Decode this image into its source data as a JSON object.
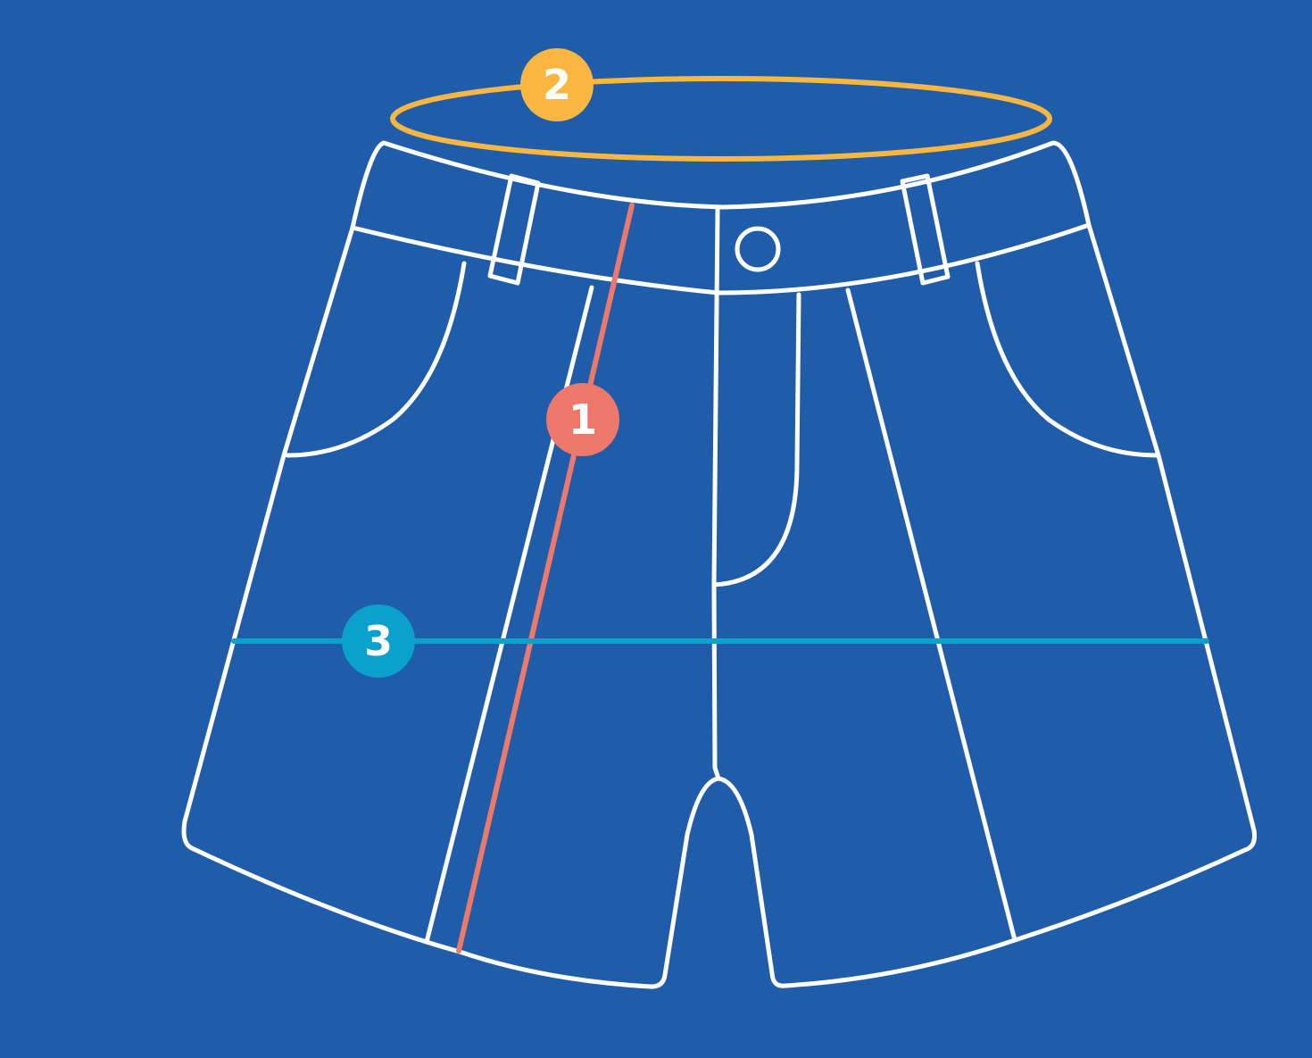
{
  "colors": {
    "background": "#1f5dab",
    "outline": "#ffffff",
    "measure_length": "#ee7869",
    "measure_waist": "#f9b640",
    "measure_hip": "#0aa1cc"
  },
  "icon": "shorts-icon",
  "measurements": [
    {
      "number": "1",
      "color": "#ee7869"
    },
    {
      "number": "2",
      "color": "#f9b640"
    },
    {
      "number": "3",
      "color": "#0aa1cc"
    }
  ]
}
